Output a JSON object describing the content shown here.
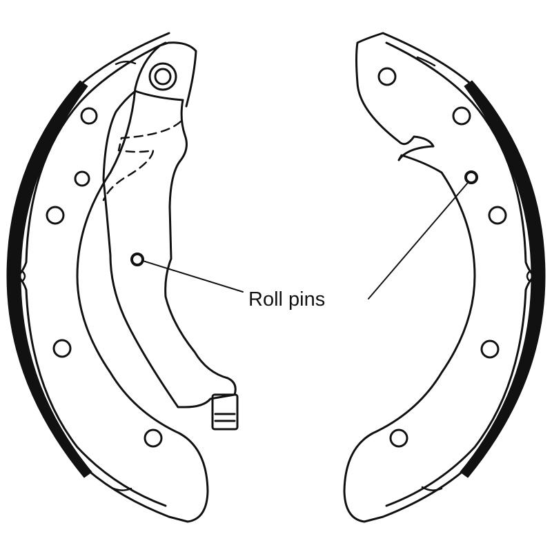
{
  "diagram": {
    "callout": {
      "label": "Roll pins"
    },
    "colors": {
      "stroke": "#111111",
      "lining": "#111111",
      "background": "#ffffff"
    },
    "parts": [
      "left-brake-shoe",
      "right-brake-shoe",
      "roll-pin",
      "roll-pin"
    ]
  }
}
